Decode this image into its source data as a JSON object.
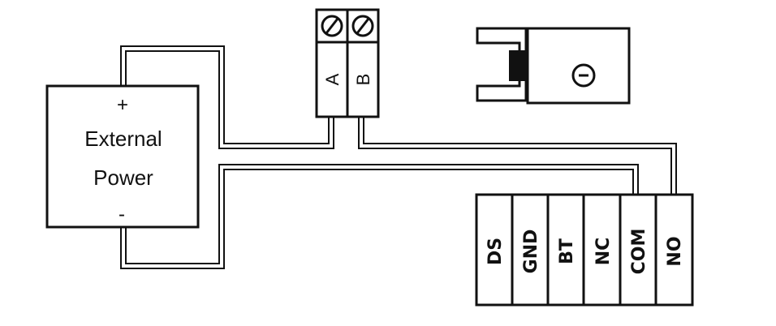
{
  "power_supply": {
    "plus": "+",
    "line1": "External",
    "line2": "Power",
    "minus": "-"
  },
  "connector": {
    "a": "A",
    "b": "B"
  },
  "terminal_block": {
    "labels": [
      "DS",
      "GND",
      "BT",
      "NC",
      "COM",
      "NO"
    ]
  },
  "colors": {
    "line": "#111111",
    "background": "#ffffff"
  }
}
